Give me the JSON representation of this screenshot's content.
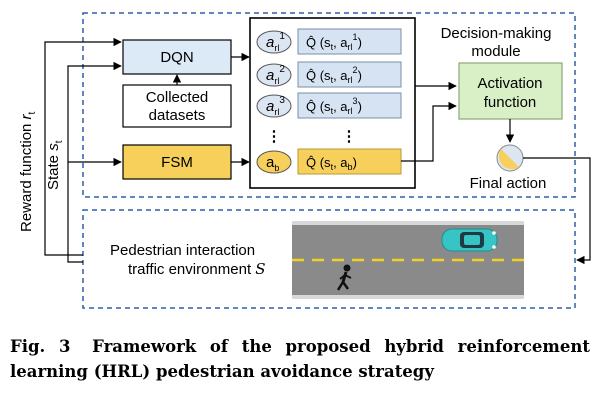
{
  "boxes": {
    "dqn": "DQN",
    "collected": [
      "Collected",
      "datasets"
    ],
    "fsm": "FSM",
    "activation": [
      "Activation",
      "function"
    ]
  },
  "actions": {
    "rl1": {
      "base": "a",
      "sub": "rl",
      "sup": "1"
    },
    "rl2": {
      "base": "a",
      "sub": "rl",
      "sup": "2"
    },
    "rl3": {
      "base": "a",
      "sub": "rl",
      "sup": "3"
    },
    "b": {
      "base": "a",
      "sub": "b"
    },
    "ellipsis": "⋮"
  },
  "q_values": {
    "rl1": {
      "prefix": "Q̂ (s",
      "t": "t",
      "mid": ", a",
      "sub": "rl",
      "sup": "1",
      "close": ")"
    },
    "rl2": {
      "prefix": "Q̂ (s",
      "t": "t",
      "mid": ", a",
      "sub": "rl",
      "sup": "2",
      "close": ")"
    },
    "rl3": {
      "prefix": "Q̂ (s",
      "t": "t",
      "mid": ", a",
      "sub": "rl",
      "sup": "3",
      "close": ")"
    },
    "b": {
      "prefix": "Q̂ (s",
      "t": "t",
      "mid": ", a",
      "sub": "b",
      "close": ")"
    },
    "ellipsis": "⋮"
  },
  "module_label": [
    "Decision-making",
    "module"
  ],
  "final_action": "Final action",
  "reward": {
    "text": "Reward function ",
    "var": "r",
    "sub": "t"
  },
  "state": {
    "text": "State ",
    "var": "s",
    "sub": "t"
  },
  "environment": {
    "line1": "Pedestrian interaction",
    "line2": "traffic environment ",
    "var": "S"
  },
  "caption": {
    "fig": "Fig. 3",
    "text": "Framework of the proposed hybrid reinforcement learning (HRL) pedestrian avoidance strategy"
  },
  "colors": {
    "dqn_fill": "#dce9f7",
    "fsm_fill": "#f7cf5b",
    "activation_fill": "#d9f0c7",
    "q_fill": "#d6e3f2",
    "ellipse_fill": "#dce6f2",
    "dash": "#2f5fa8",
    "road": "#888888",
    "lane": "#f2d320",
    "car": "#36c4c4"
  }
}
